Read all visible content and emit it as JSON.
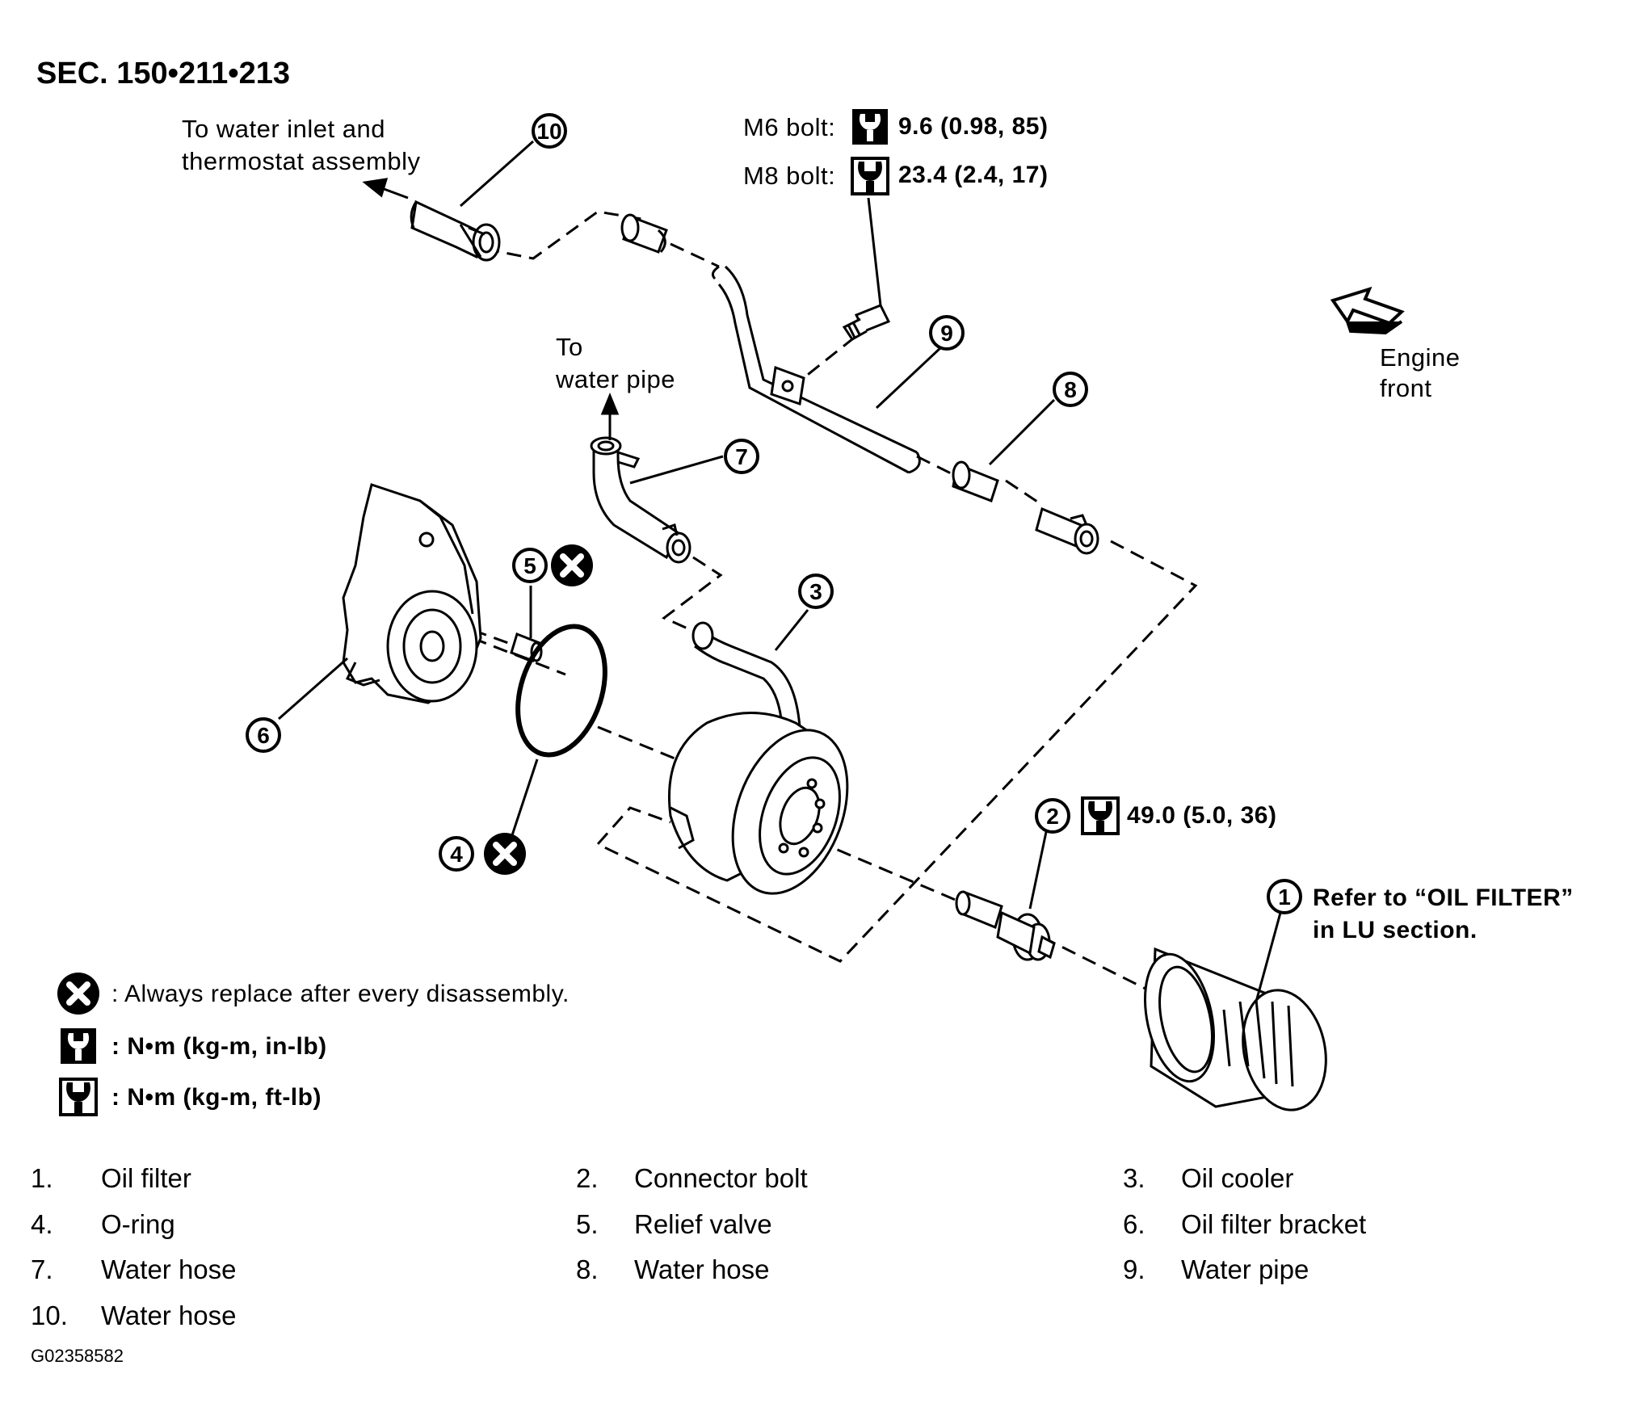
{
  "section_title": "SEC. 150•211•213",
  "callouts": {
    "to_water_inlet": [
      "To water inlet and",
      "thermostat assembly"
    ],
    "to_water_pipe": [
      "To",
      "water pipe"
    ],
    "engine_front": [
      "Engine",
      "front"
    ],
    "m6_bolt": {
      "label": "M6 bolt:",
      "torque": "9.6 (0.98, 85)"
    },
    "m8_bolt": {
      "label": "M8 bolt:",
      "torque": "23.4 (2.4, 17)"
    },
    "connector_bolt_torque": "49.0 (5.0, 36)",
    "oil_filter_note": [
      "Refer to  “OIL FILTER”",
      "in LU section."
    ]
  },
  "item_numbers": [
    "1",
    "2",
    "3",
    "4",
    "5",
    "6",
    "7",
    "8",
    "9",
    "10"
  ],
  "legend": {
    "replace": ": Always replace after every disassembly.",
    "in_lb": ":  N•m  (kg-m,  in-lb)",
    "ft_lb": ":  N•m  (kg-m,  ft-lb)"
  },
  "parts_list": [
    {
      "num": "1.",
      "name": "Oil filter"
    },
    {
      "num": "2.",
      "name": "Connector bolt"
    },
    {
      "num": "3.",
      "name": "Oil cooler"
    },
    {
      "num": "4.",
      "name": "O-ring"
    },
    {
      "num": "5.",
      "name": "Relief valve"
    },
    {
      "num": "6.",
      "name": "Oil filter bracket"
    },
    {
      "num": "7.",
      "name": "Water hose"
    },
    {
      "num": "8.",
      "name": "Water hose"
    },
    {
      "num": "9.",
      "name": "Water pipe"
    },
    {
      "num": "10.",
      "name": "Water hose"
    }
  ],
  "figure_code": "G02358582"
}
